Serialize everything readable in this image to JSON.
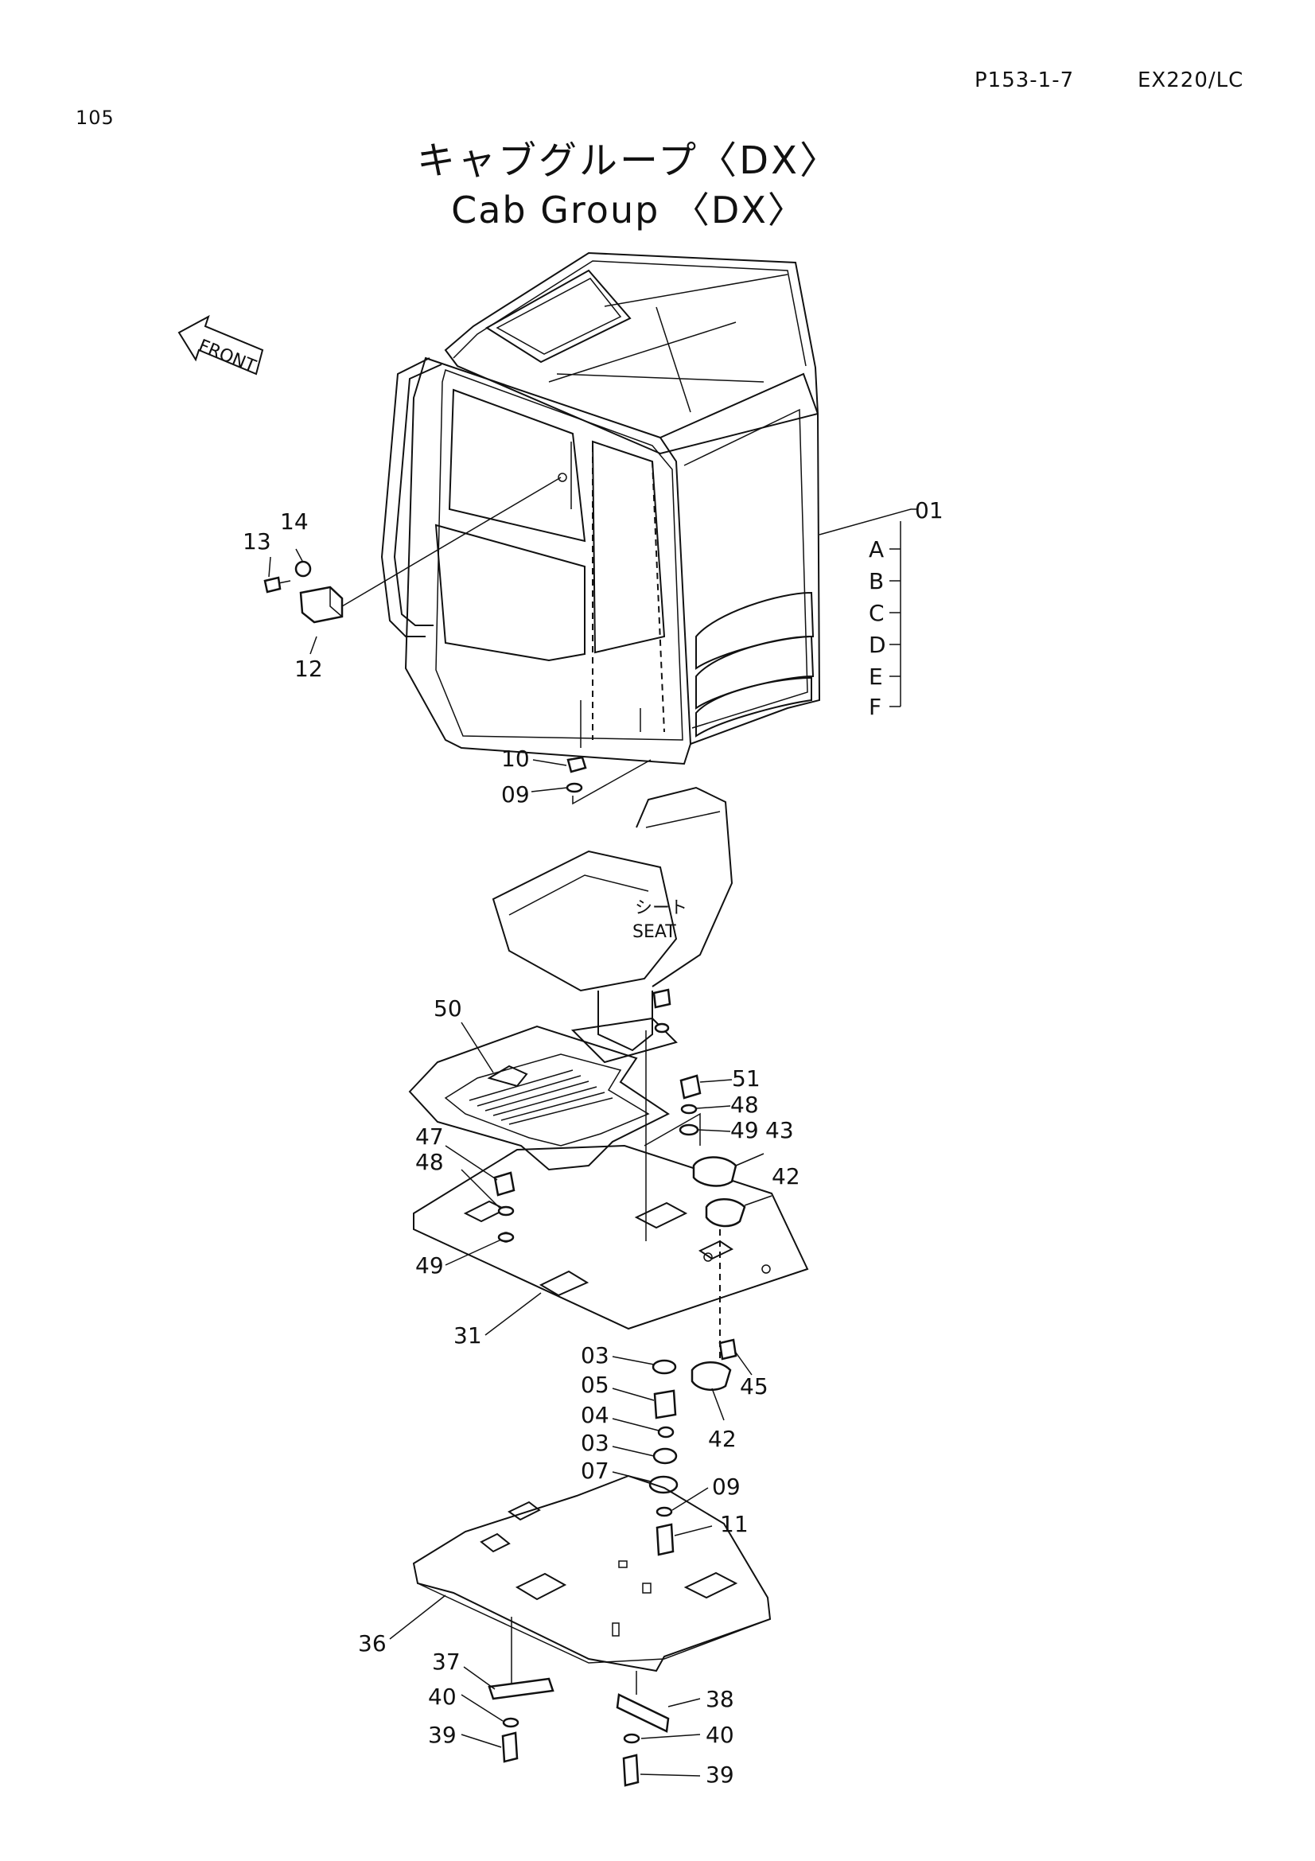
{
  "header": {
    "page_code": "P153-1-7",
    "model": "EX220/LC",
    "page_number": "105"
  },
  "title": {
    "japanese": "キャブグループ〈DX〉",
    "english": "Cab Group 〈DX〉"
  },
  "front_arrow": "FRONT",
  "seat": {
    "japanese": "シート",
    "english": "SEAT"
  },
  "callouts": {
    "c01": "01",
    "variants": [
      "A",
      "B",
      "C",
      "D",
      "E",
      "F"
    ],
    "c14": "14",
    "c13": "13",
    "c12": "12",
    "c10": "10",
    "c09a": "09",
    "c50": "50",
    "c51": "51",
    "c48a": "48",
    "c49a": "49",
    "c43": "43",
    "c47": "47",
    "c48b": "48",
    "c42a": "42",
    "c49b": "49",
    "c31": "31",
    "c03a": "03",
    "c45": "45",
    "c05": "05",
    "c04": "04",
    "c42b": "42",
    "c03b": "03",
    "c07": "07",
    "c09b": "09",
    "c11": "11",
    "c36": "36",
    "c37": "37",
    "c40a": "40",
    "c39a": "39",
    "c38": "38",
    "c40b": "40",
    "c39b": "39"
  }
}
